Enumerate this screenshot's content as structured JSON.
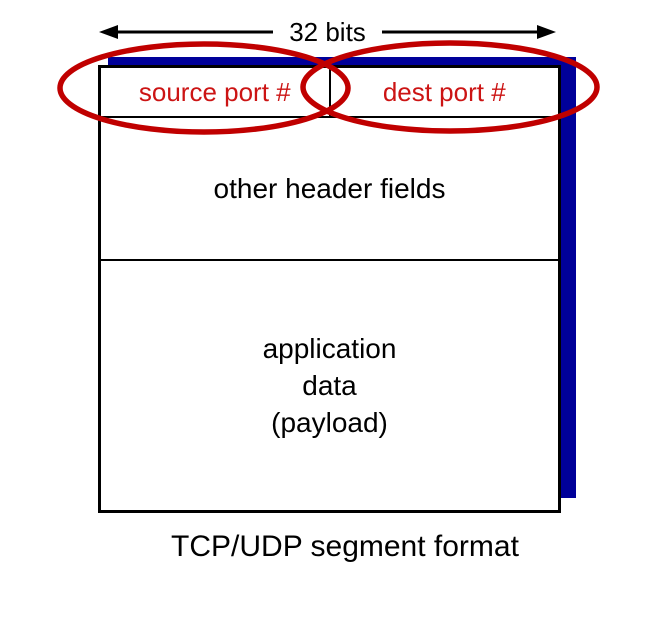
{
  "diagram": {
    "width_label": "32 bits",
    "caption": "TCP/UDP segment format",
    "colors": {
      "shadow_blue": "#000099",
      "highlight_red": "#c00000",
      "port_text_red": "#cc1414"
    },
    "fields": [
      {
        "id": "source-port",
        "label": "source port #"
      },
      {
        "id": "dest-port",
        "label": "dest port #"
      },
      {
        "id": "other-header",
        "label": "other header fields"
      },
      {
        "id": "payload",
        "lines": [
          "application",
          "data",
          "(payload)"
        ]
      }
    ]
  }
}
